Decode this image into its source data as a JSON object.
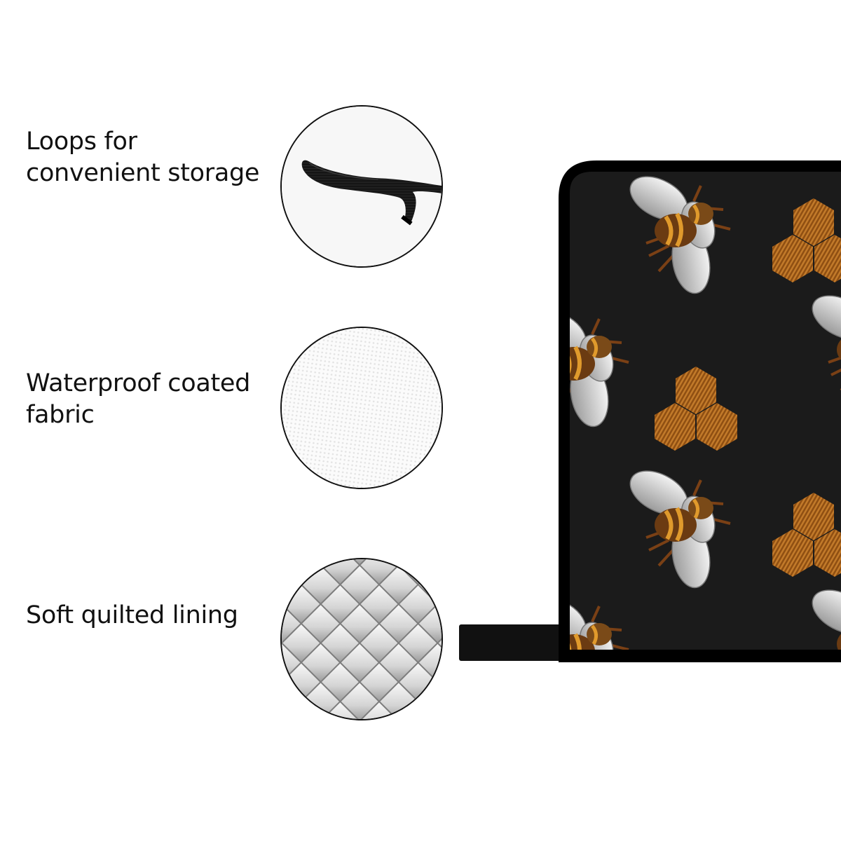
{
  "features": [
    {
      "id": "loops",
      "lines": [
        "Loops for",
        "convenient storage"
      ],
      "icon": "hanging-loop-icon"
    },
    {
      "id": "fabric",
      "lines": [
        "Waterproof coated",
        "fabric"
      ],
      "icon": "woven-fabric-icon"
    },
    {
      "id": "lining",
      "lines": [
        "Soft quilted lining"
      ],
      "icon": "quilted-lining-icon"
    }
  ],
  "product": {
    "background_color": "#1b1b1b",
    "trim_color": "#000000",
    "pattern": [
      "bee-icon",
      "honeycomb-icon"
    ],
    "accent_colors": {
      "bee_body": "#b8741c",
      "bee_wing": "#d9d9d9",
      "honeycomb": "#a8621d"
    }
  }
}
